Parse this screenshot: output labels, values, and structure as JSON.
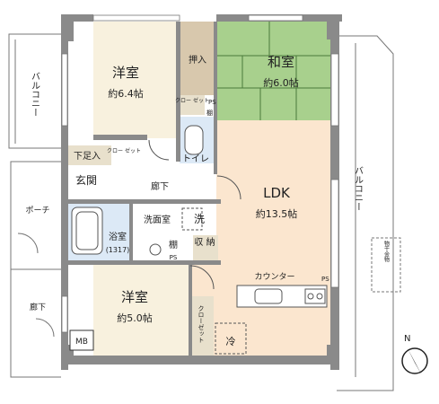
{
  "rooms": {
    "western1": {
      "name": "洋室",
      "size": "約6.4帖"
    },
    "japanese": {
      "name": "和室",
      "size": "約6.0帖"
    },
    "ldk": {
      "name": "LDK",
      "size": "約13.5帖"
    },
    "western2": {
      "name": "洋室",
      "size": "約5.0帖"
    },
    "bath": {
      "name": "浴室",
      "size": "(1317)"
    }
  },
  "labels": {
    "oshiire": "押入",
    "closet_top": "クロー\nゼット",
    "ps": "PS",
    "tana": "棚",
    "toilet": "トイレ",
    "shoe": "下足入",
    "closet_small": "クロー\nゼット",
    "genkan": "玄関",
    "corridor": "廊下",
    "washroom": "洗面室",
    "wash": "洗",
    "shuno": "収\n納",
    "counter": "カウンター",
    "closet_vertical": "クローゼット",
    "fridge": "冷",
    "balcony_left": "バルコニー",
    "balcony_right": "バルコニー",
    "porch": "ポーチ",
    "corridor_out": "廊下",
    "mb": "MB",
    "hanger": "物干金物",
    "north": "N"
  },
  "colors": {
    "wall": "#8a8a8a",
    "western_floor": "#f8f1de",
    "japanese_floor": "#a8d08d",
    "tatami_line": "#4a7a3a",
    "ldk_floor": "#fbe6cf",
    "oshiire_floor": "#d8c8ad",
    "wet_floor": "#dce9f6",
    "closet_floor": "#e8e0cc",
    "white": "#ffffff"
  }
}
